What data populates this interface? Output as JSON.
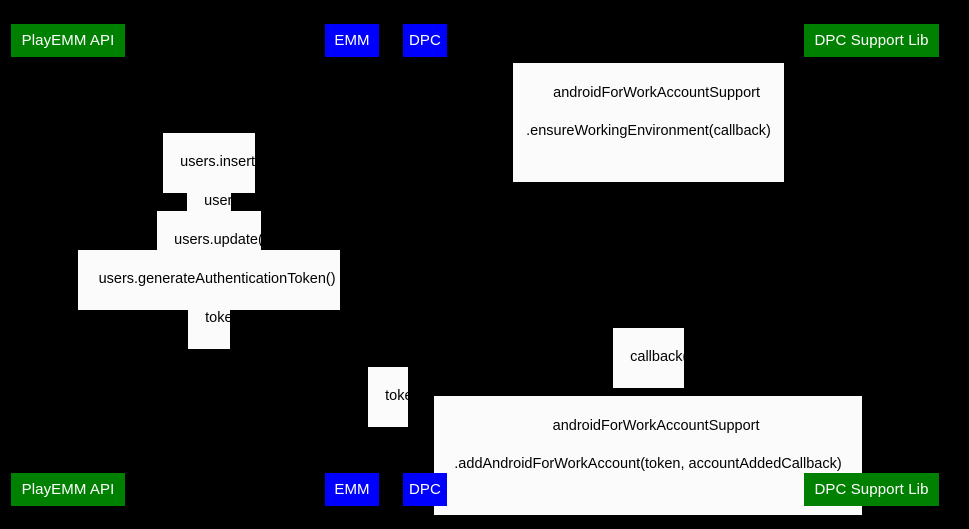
{
  "diagram": {
    "type": "uml-sequence-diagram",
    "background_color": "#000000",
    "participant_green_color": "#008000",
    "participant_blue_color": "#0000ff",
    "message_label_background": "#fbfbfb",
    "message_label_text_color": "#000000"
  },
  "participants_top": [
    {
      "label": "PlayEMM API",
      "color": "green"
    },
    {
      "label": "EMM",
      "color": "blue"
    },
    {
      "label": "DPC",
      "color": "blue"
    },
    {
      "label": "DPC Support Lib",
      "color": "green"
    }
  ],
  "participants_bottom": [
    {
      "label": "PlayEMM API",
      "color": "green"
    },
    {
      "label": "EMM",
      "color": "blue"
    },
    {
      "label": "DPC",
      "color": "blue"
    },
    {
      "label": "DPC Support Lib",
      "color": "green"
    }
  ],
  "messages": [
    {
      "id": "ensure-working-environment",
      "line1": "androidForWorkAccountSupport",
      "line2": ".ensureWorkingEnvironment(callback)"
    },
    {
      "id": "users-insert",
      "label": "users.insert()"
    },
    {
      "id": "user-id",
      "label": "userID"
    },
    {
      "id": "users-update",
      "label": "users.update()"
    },
    {
      "id": "generate-auth-token",
      "label": "users.generateAuthenticationToken()"
    },
    {
      "id": "token-1",
      "label": "token"
    },
    {
      "id": "callback",
      "label": "callback()"
    },
    {
      "id": "token-2",
      "label": "token"
    },
    {
      "id": "add-android-for-work-account",
      "line1": "androidForWorkAccountSupport",
      "line2": ".addAndroidForWorkAccount(token, accountAddedCallback)"
    }
  ]
}
